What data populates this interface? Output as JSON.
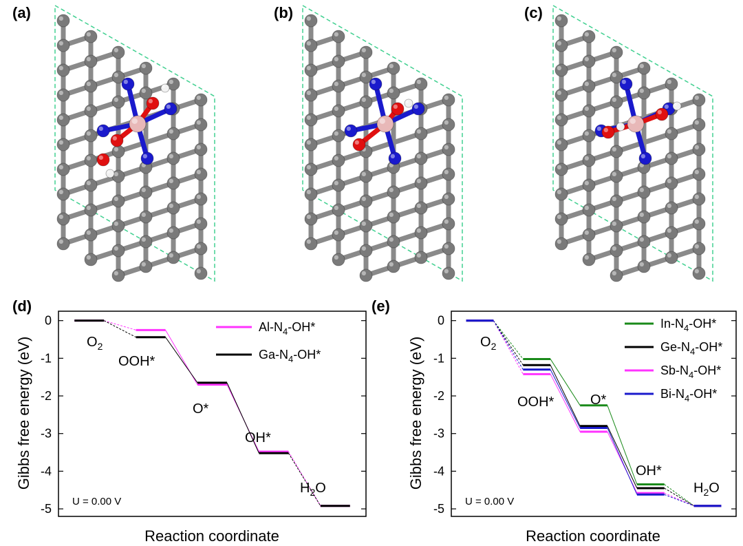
{
  "panels": {
    "a": "(a)",
    "b": "(b)",
    "c": "(c)",
    "d": "(d)",
    "e": "(e)"
  },
  "colors": {
    "carbon": "#7a7a7a",
    "nitrogen": "#1a1acc",
    "oxygen": "#e01010",
    "hydrogen": "#f2f2f2",
    "metal": "#e8b8b8",
    "cell": "#40d090",
    "Al": "#ff33ff",
    "Ga": "#000000",
    "In": "#1a8a1a",
    "Ge": "#000000",
    "Sb": "#ff33ff",
    "Bi": "#1a1acc"
  },
  "chart_data": [
    {
      "type": "line",
      "panel": "(d)",
      "xlabel": "Reaction coordinate",
      "ylabel": "Gibbs free energy (eV)",
      "ylim": [
        -5.2,
        0.25
      ],
      "yticks": [
        "0",
        "-1",
        "-2",
        "-3",
        "-4",
        "-5"
      ],
      "states": [
        "O2",
        "OOH*",
        "O*",
        "OH*",
        "H2O"
      ],
      "annotation": "U = 0.00 V",
      "series": [
        {
          "name": "Al-N4-OH*",
          "color": "#ff33ff",
          "values": [
            0,
            -0.25,
            -1.7,
            -3.48,
            -4.92
          ]
        },
        {
          "name": "Ga-N4-OH*",
          "color": "#000000",
          "values": [
            0,
            -0.44,
            -1.65,
            -3.52,
            -4.92
          ]
        }
      ]
    },
    {
      "type": "line",
      "panel": "(e)",
      "xlabel": "Reaction coordinate",
      "ylabel": "Gibbs free energy (eV)",
      "ylim": [
        -5.2,
        0.25
      ],
      "yticks": [
        "0",
        "-1",
        "-2",
        "-3",
        "-4",
        "-5"
      ],
      "states": [
        "O2",
        "OOH*",
        "O*",
        "OH*",
        "H2O"
      ],
      "annotation": "U = 0.00 V",
      "series": [
        {
          "name": "In-N4-OH*",
          "color": "#1a8a1a",
          "values": [
            0,
            -1.02,
            -2.25,
            -4.35,
            -4.92
          ]
        },
        {
          "name": "Ge-N4-OH*",
          "color": "#000000",
          "values": [
            0,
            -1.18,
            -2.8,
            -4.45,
            -4.92
          ]
        },
        {
          "name": "Sb-N4-OH*",
          "color": "#ff33ff",
          "values": [
            0,
            -1.42,
            -2.95,
            -4.58,
            -4.92
          ]
        },
        {
          "name": "Bi-N4-OH*",
          "color": "#1a1acc",
          "values": [
            0,
            -1.3,
            -2.85,
            -4.62,
            -4.92
          ]
        }
      ]
    }
  ]
}
